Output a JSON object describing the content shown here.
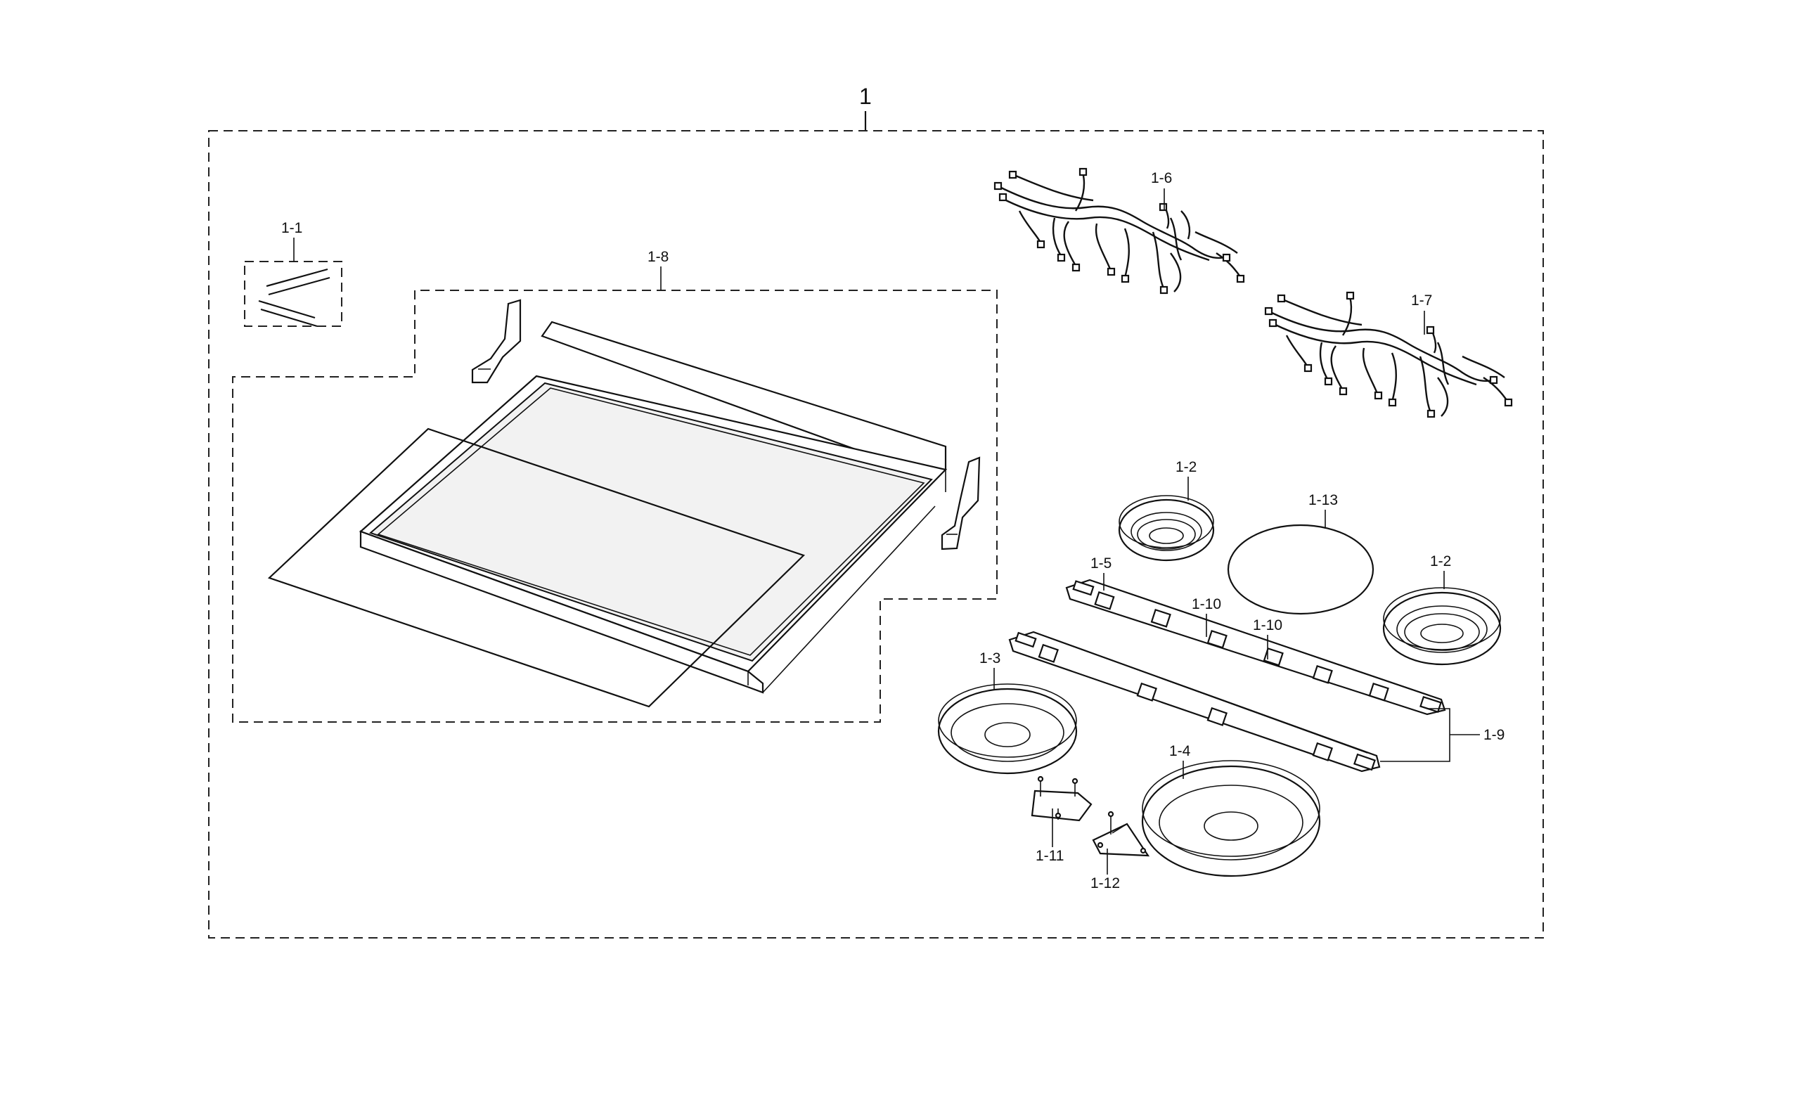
{
  "title": "1",
  "parts": {
    "p1_1": "1-1",
    "p1_2a": "1-2",
    "p1_2b": "1-2",
    "p1_3": "1-3",
    "p1_4": "1-4",
    "p1_5": "1-5",
    "p1_6": "1-6",
    "p1_7": "1-7",
    "p1_8": "1-8",
    "p1_9": "1-9",
    "p1_10a": "1-10",
    "p1_10b": "1-10",
    "p1_11": "1-11",
    "p1_12": "1-12",
    "p1_13": "1-13"
  }
}
